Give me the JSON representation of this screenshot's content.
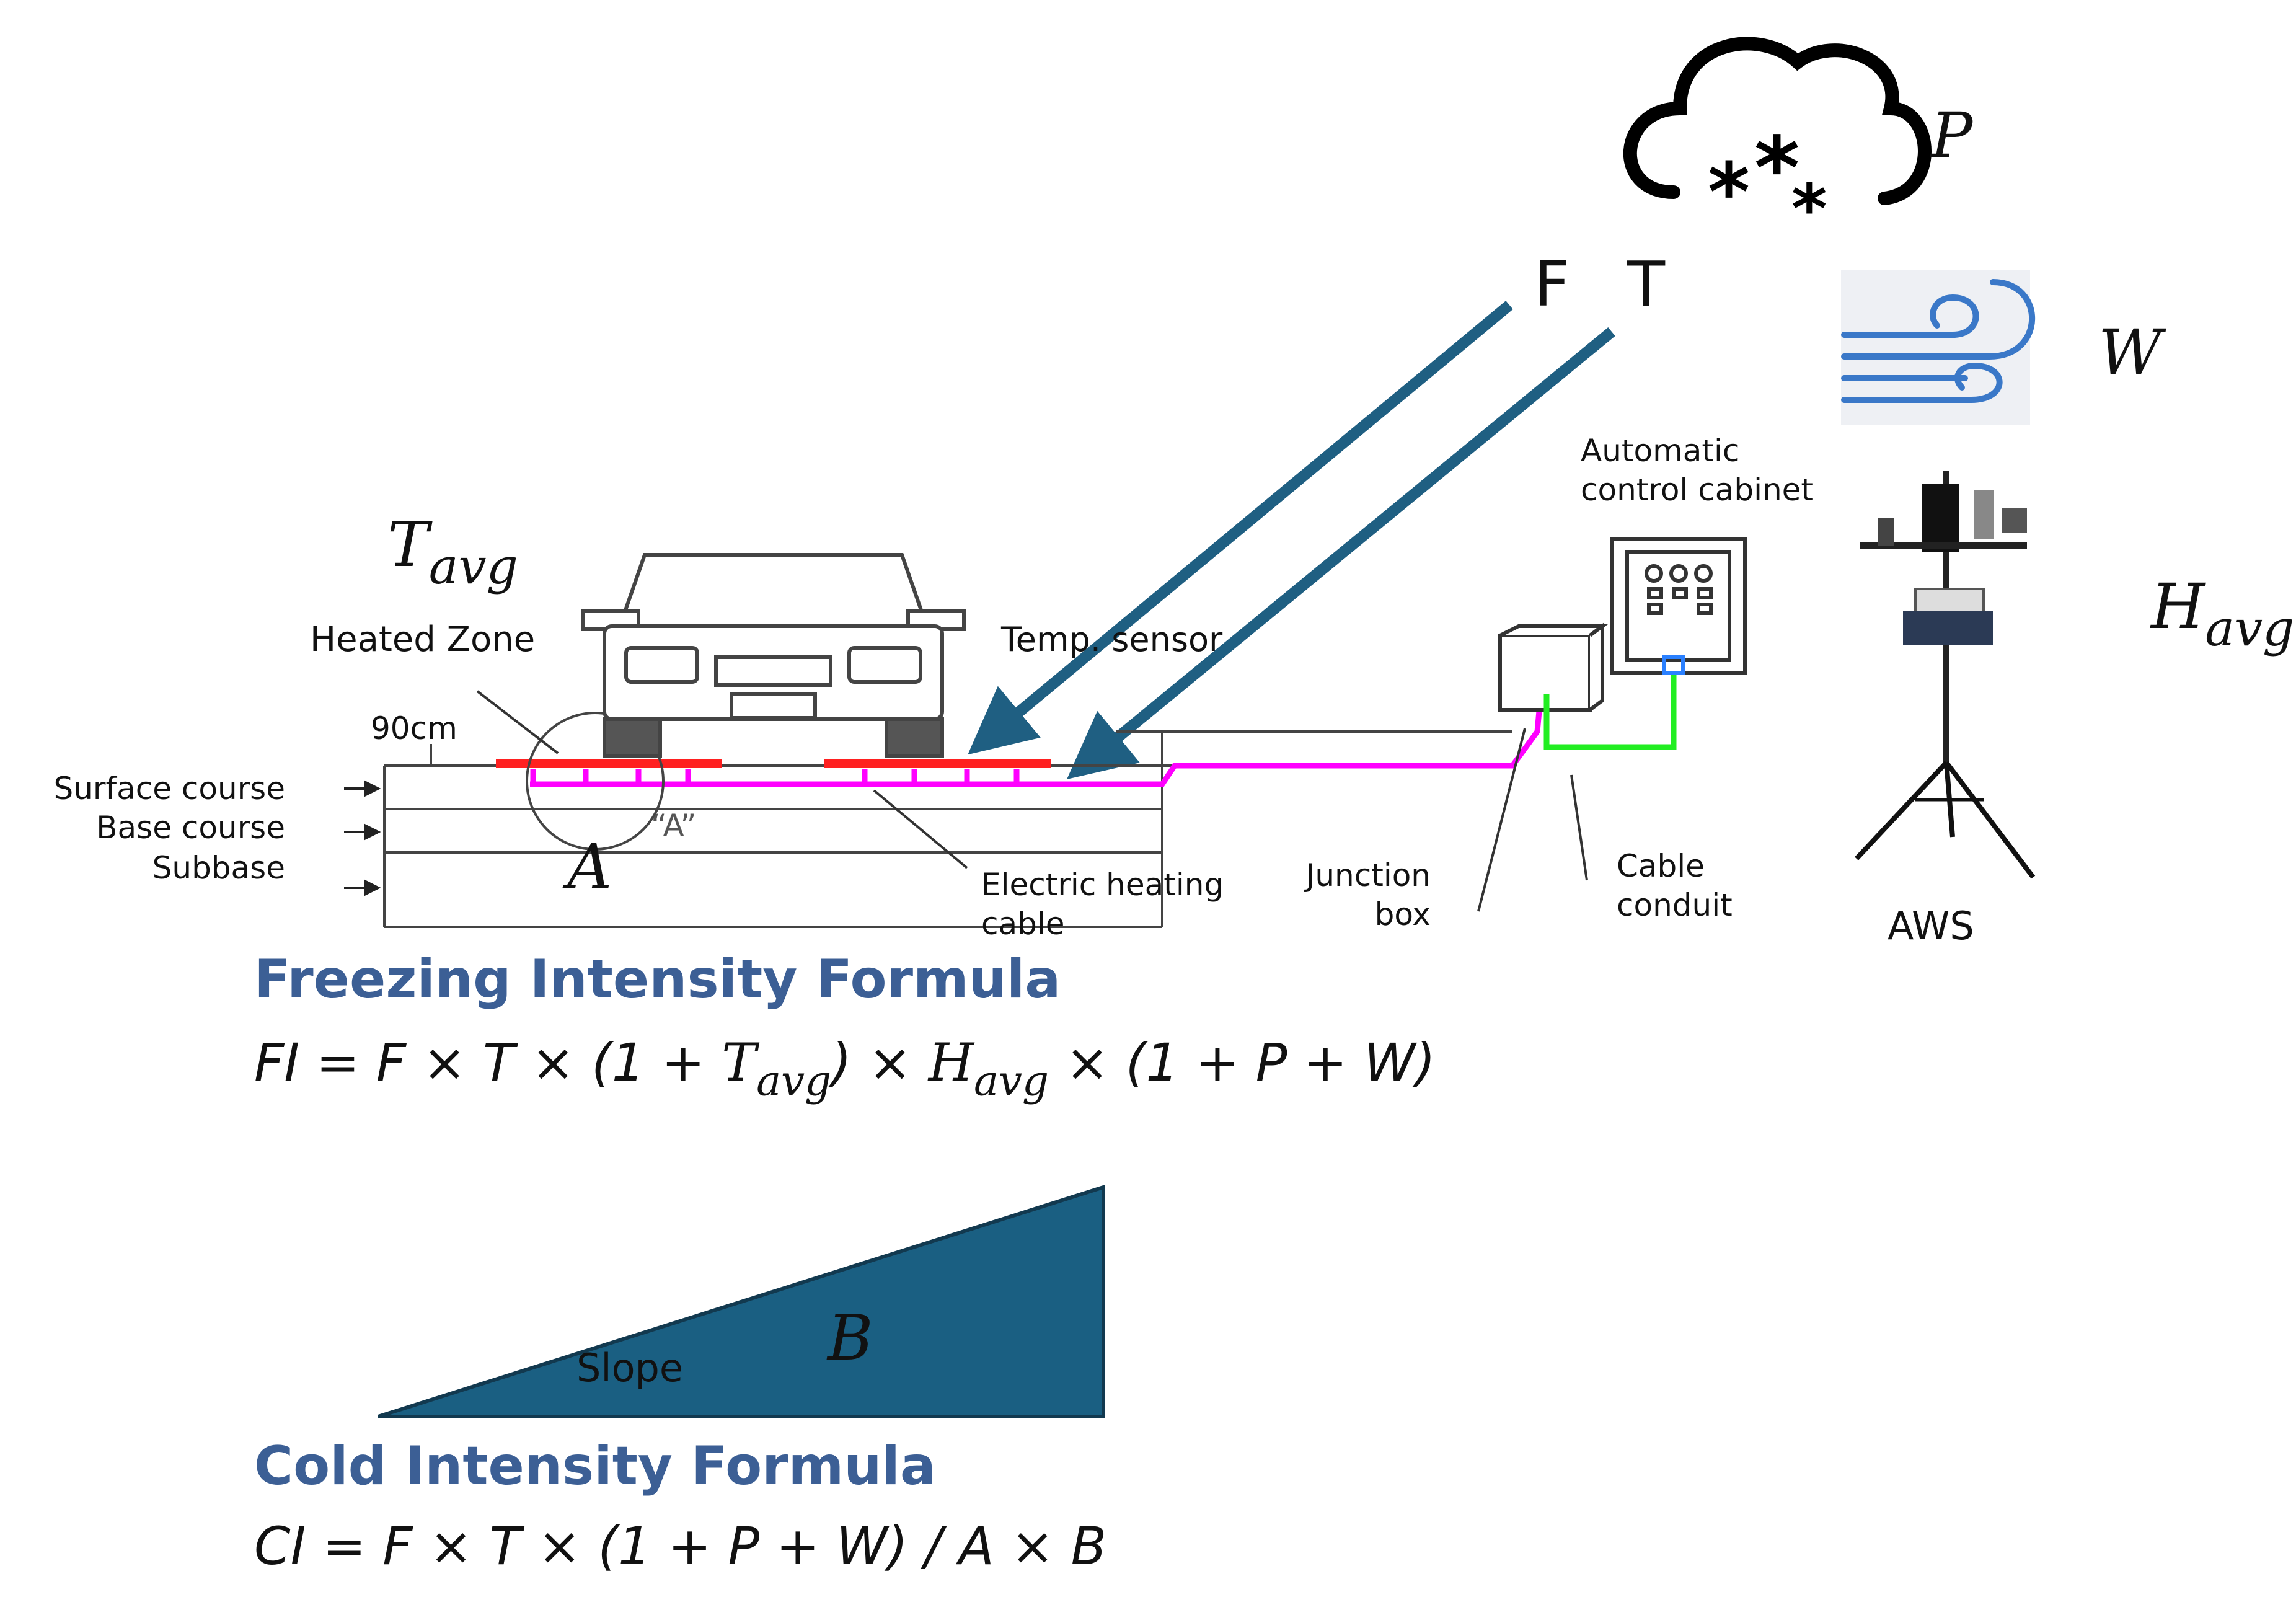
{
  "symbols": {
    "precipitation": "P",
    "wind": "W",
    "humidity_avg": "H",
    "humidity_avg_sub": "avg",
    "temp_avg": "T",
    "temp_avg_sub": "avg",
    "area": "A",
    "slope_value": "B",
    "flag_F": "F",
    "flag_T": "T"
  },
  "labels": {
    "automatic_control_cabinet_line1": "Automatic",
    "automatic_control_cabinet_line2": "control cabinet",
    "heated_zone": "Heated Zone",
    "temp_sensor": "Temp. sensor",
    "dimension": "90cm",
    "surface_course": "Surface course",
    "base_course": "Base course",
    "subbase": "Subbase",
    "detail_marker": "“A”",
    "electric_heating_cable_line1": "Electric heating",
    "electric_heating_cable_line2": "cable",
    "junction_box_line1": "Junction",
    "junction_box_line2": "box",
    "cable_conduit_line1": "Cable",
    "cable_conduit_line2": "conduit",
    "aws": "AWS",
    "slope": "Slope"
  },
  "freezing": {
    "title": "Freezing Intensity Formula",
    "lhs": "FI = F × T × (1 + ",
    "t": "T",
    "t_sub": "avg",
    "mid": ") × ",
    "h": "H",
    "h_sub": "avg",
    "tail": " × (1 + P + W)"
  },
  "cold": {
    "title": "Cold Intensity Formula",
    "formula": "CI  = F × T × (1 + P + W) / A × B"
  },
  "colors": {
    "arrow": "#1f5f82",
    "slope_fill": "#1a5f82",
    "title": "#3c5f95",
    "heating_cable": "#ff00ff",
    "heated_pad": "#ff2020",
    "conduit": "#22ee22",
    "wind": "#3a78c8"
  },
  "icons": [
    "snow-cloud-icon",
    "wind-icon",
    "weather-station-icon",
    "car-icon",
    "control-cabinet-icon",
    "junction-box-icon"
  ]
}
